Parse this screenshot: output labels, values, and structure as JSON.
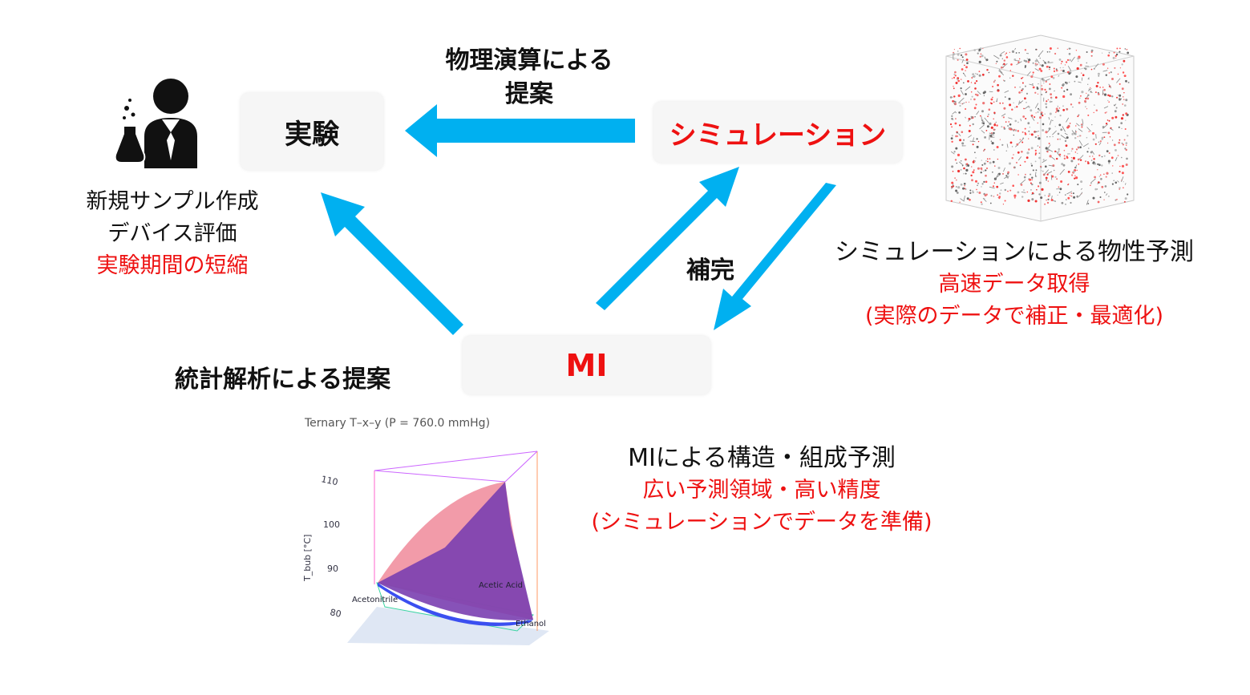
{
  "nodes": {
    "experiment": "実験",
    "simulation": "シミュレーション",
    "mi": "MI"
  },
  "edges": {
    "physics_top": "物理演算による",
    "physics_bottom": "提案",
    "complement": "補完",
    "statistics": "統計解析による提案"
  },
  "experiment_notes": {
    "line1": "新規サンプル作成",
    "line2": "デバイス評価",
    "line3": "実験期間の短縮"
  },
  "simulation_notes": {
    "line1": "シミュレーションによる物性予測",
    "line2": "高速データ取得",
    "line3": "(実際のデータで補正・最適化)"
  },
  "mi_notes": {
    "line1": "MIによる構造・組成予測",
    "line2": "広い予測領域・高い精度",
    "line3": "(シミュレーションでデータを準備)"
  },
  "plot": {
    "title": "Ternary T–x–y (P = 760.0 mmHg)",
    "z_label": "T_bub [°C]",
    "z_ticks": [
      "110",
      "100",
      "90",
      "80"
    ],
    "labels": {
      "a": "Acetonitrile",
      "b": "Acetic Acid",
      "c": "Ethanol"
    }
  },
  "colors": {
    "arrow": "#00b0f0",
    "accent_red": "#ee1111",
    "box_bg": "#f6f6f6"
  }
}
